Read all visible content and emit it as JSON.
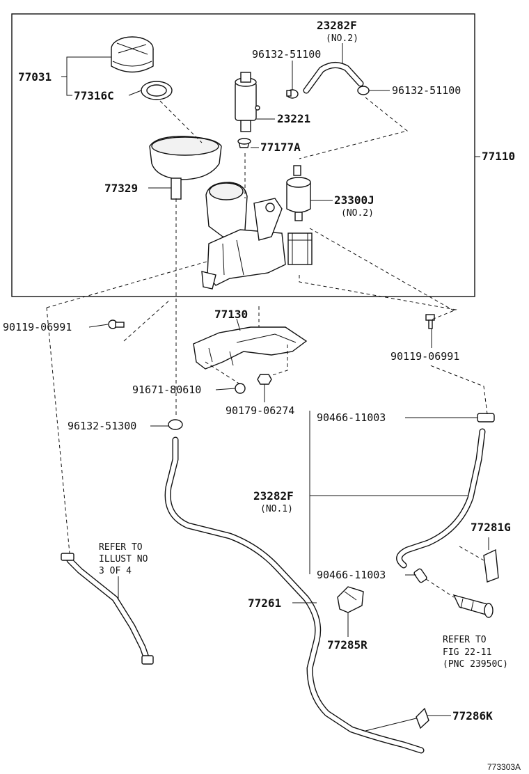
{
  "labels": {
    "p77031": "77031",
    "p77316c": "77316C",
    "p77329": "77329",
    "p23282f_top": "23282F",
    "p23282f_top_sub": "(NO.2)",
    "p96132_51100_a": "96132-51100",
    "p96132_51100_b": "96132-51100",
    "p23221": "23221",
    "p77177a": "77177A",
    "p77110": "77110",
    "p23300j": "23300J",
    "p23300j_sub": "(NO.2)",
    "p90119_left": "90119-06991",
    "p77130": "77130",
    "p90119_right": "90119-06991",
    "p91671": "91671-80610",
    "p90179": "90179-06274",
    "p96132_51300": "96132-51300",
    "p90466_top": "90466-11003",
    "p23282f_mid": "23282F",
    "p23282f_mid_sub": "(NO.1)",
    "p77281g": "77281G",
    "p90466_bottom": "90466-11003",
    "p77261": "77261",
    "p77285r": "77285R",
    "p77286k": "77286K",
    "refer_illust_l1": "REFER TO",
    "refer_illust_l2": "ILLUST NO",
    "refer_illust_l3": "3 OF 4",
    "refer_fig_l1": "REFER TO",
    "refer_fig_l2": "FIG 22-11",
    "refer_fig_l3": "(PNC 23950C)",
    "diagram_id": "773303A"
  },
  "colors": {
    "line": "#111111",
    "background": "#ffffff"
  }
}
